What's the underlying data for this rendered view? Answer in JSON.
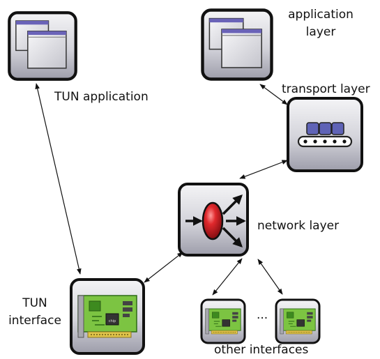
{
  "labels": {
    "tun_application": "TUN application",
    "application_layer_line1": "application",
    "application_layer_line2": "layer",
    "transport_layer": "transport layer",
    "network_layer": "network layer",
    "tun_interface_line1": "TUN",
    "tun_interface_line2": "interface",
    "ellipsis": "...",
    "other_interfaces": "other interfaces",
    "chip_text": "chip"
  },
  "icons": {
    "tun_app": "application-windows-icon",
    "app_layer": "application-windows-icon",
    "transport": "conveyor-belt-icon",
    "network": "router-icon",
    "tun_if": "network-card-icon",
    "other_if_1": "network-card-icon",
    "other_if_2": "network-card-icon"
  },
  "colors": {
    "tile_border": "#111111",
    "tile_fill_light": "#f2f2f4",
    "tile_fill_dark": "#a9a9b4",
    "window_bar": "#6a63b8",
    "card_green": "#7cc442",
    "card_green_dark": "#3d8a1f",
    "router_red": "#e0282c",
    "conveyor_blue": "#5f63b6"
  }
}
